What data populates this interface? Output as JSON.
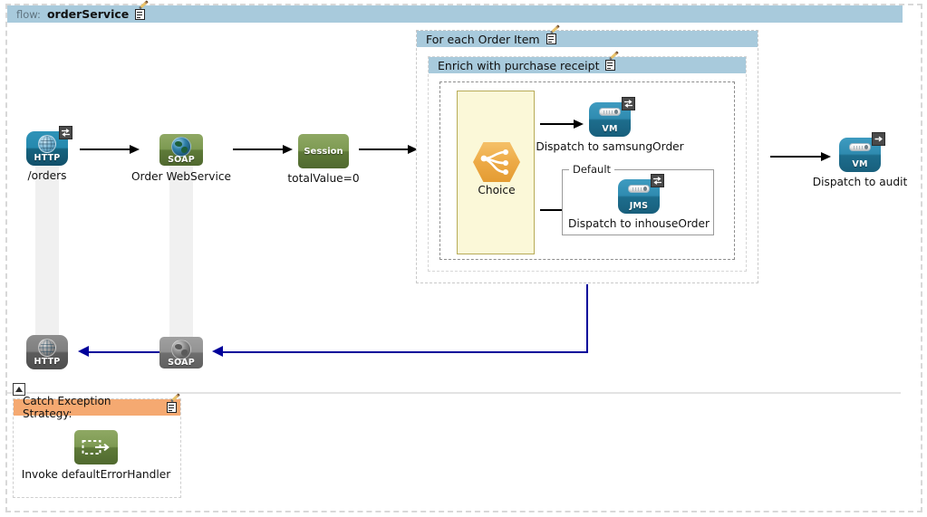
{
  "flow": {
    "prefix_label": "flow:",
    "name": "orderService",
    "edit_icon": "edit-pencil-icon"
  },
  "nodes": {
    "http_inbound": {
      "icon": "http-endpoint-icon",
      "caption": "HTTP",
      "badge": "request-response-badge",
      "label": "/orders"
    },
    "soap_component": {
      "icon": "soap-component-icon",
      "caption": "SOAP",
      "label": "Order WebService"
    },
    "session_var": {
      "icon": "session-variable-icon",
      "caption": "Session",
      "label": "totalValue=0"
    },
    "choice": {
      "icon": "choice-router-icon",
      "label": "Choice"
    },
    "vm_samsung": {
      "icon": "vm-endpoint-icon",
      "caption": "VM",
      "badge": "request-response-badge",
      "label": "Dispatch to samsungOrder"
    },
    "jms_inhouse": {
      "icon": "jms-endpoint-icon",
      "caption": "JMS",
      "badge": "request-response-badge",
      "label": "Dispatch to inhouseOrder"
    },
    "vm_audit": {
      "icon": "vm-endpoint-icon",
      "caption": "VM",
      "badge": "one-way-badge",
      "label": "Dispatch to audit"
    },
    "http_outbound": {
      "icon": "http-endpoint-icon",
      "caption": "HTTP"
    },
    "soap_outbound": {
      "icon": "soap-component-icon",
      "caption": "SOAP"
    },
    "invoke_error_handler": {
      "icon": "flow-reference-icon",
      "label": "Invoke defaultErrorHandler"
    }
  },
  "scopes": {
    "foreach": {
      "title": "For each Order Item",
      "edit_icon": "edit-pencil-icon"
    },
    "enrich": {
      "title": "Enrich with purchase receipt",
      "edit_icon": "edit-pencil-icon"
    },
    "default_group": {
      "legend": "Default"
    }
  },
  "exception": {
    "title": "Catch Exception Strategy:",
    "edit_icon": "edit-pencil-icon",
    "collapse_icon": "collapse-toggle-icon"
  },
  "colors": {
    "title_bar": "#a8cadc",
    "exception_title_bar": "#f5a971",
    "choice_region": "#fbf8d8",
    "arrow_black": "#000000",
    "arrow_blue": "#00009a",
    "lifeline": "#f0f0f0"
  }
}
